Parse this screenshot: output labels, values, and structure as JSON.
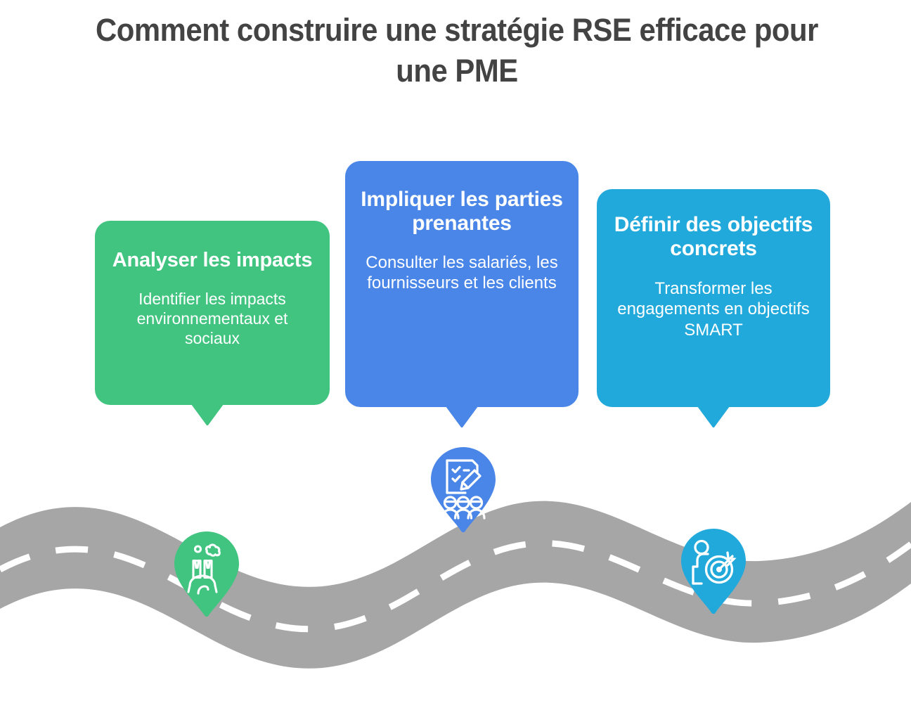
{
  "page": {
    "title": "Comment construire une stratégie RSE efficace pour une PME",
    "background_color": "#ffffff",
    "title_color": "#434343"
  },
  "road": {
    "color": "#a6a6a6",
    "lane_marking_color": "#ffffff",
    "lane_marking_style": "dashed"
  },
  "steps": [
    {
      "index": "1",
      "title": "Analyser les impacts",
      "description": "Identifier les impacts environnementaux et sociaux",
      "color": "#41c480",
      "icon": "factory-emissions-icon",
      "pin_label": "Analyser les impacts"
    },
    {
      "index": "2",
      "title": "Impliquer les parties prenantes",
      "description": "Consulter les salariés, les fournisseurs et les clients",
      "color": "#4a86e8",
      "icon": "survey-checklist-people-icon",
      "pin_label": "Impliquer les parties prenantes"
    },
    {
      "index": "3",
      "title": "Définir des objectifs concrets",
      "description": "Transformer les engagements en objectifs SMART",
      "color": "#22a9db",
      "icon": "person-target-arrow-icon",
      "pin_label": "Définir des objectifs concrets"
    }
  ]
}
